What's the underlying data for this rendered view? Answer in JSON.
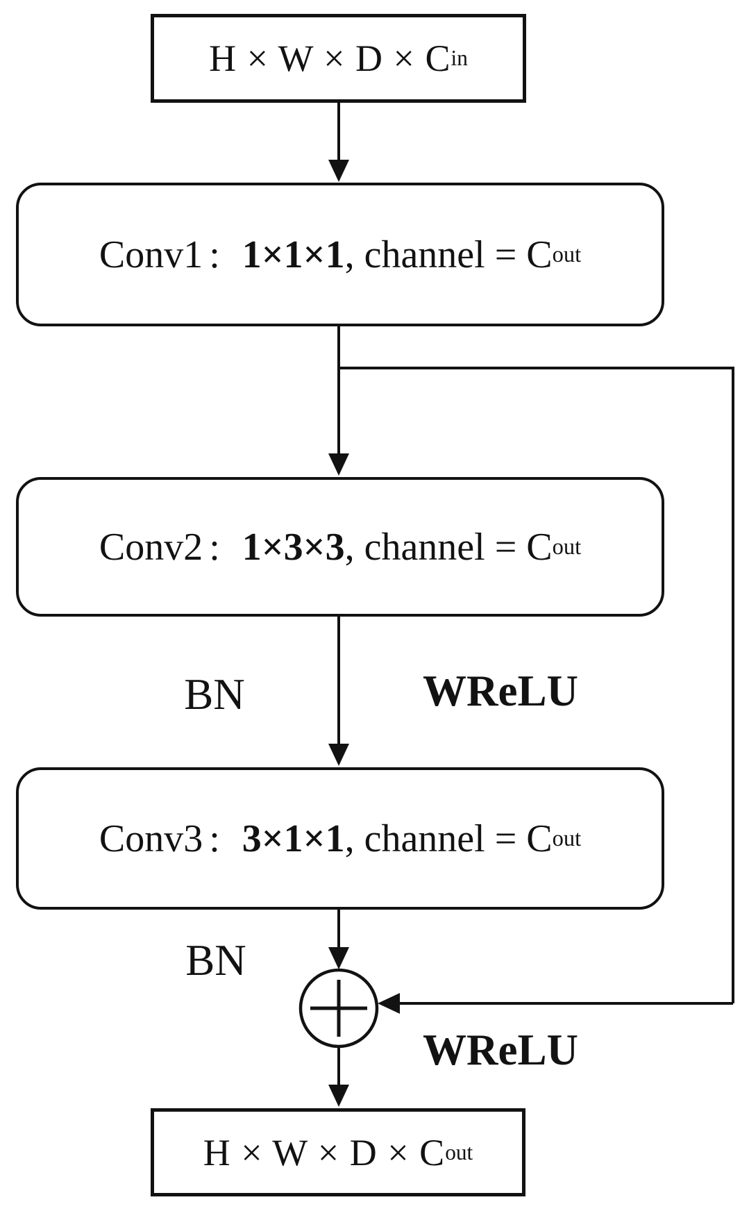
{
  "palette": {
    "ink": "#121212",
    "background": "#ffffff"
  },
  "input_box": {
    "dims": "H × W × D × C",
    "sub": "in"
  },
  "conv_blocks": [
    {
      "name": "Conv1",
      "colon": ":",
      "kernel": "1×1×1",
      "channel_text": ", channel = C",
      "channel_sub": "out"
    },
    {
      "name": "Conv2",
      "colon": ":",
      "kernel": "1×3×3",
      "channel_text": ", channel = C",
      "channel_sub": "out"
    },
    {
      "name": "Conv3",
      "colon": ":",
      "kernel": "3×1×1",
      "channel_text": ", channel = C",
      "channel_sub": "out"
    }
  ],
  "annotations": {
    "bn_mid": "BN",
    "wrelu_mid": "WReLU",
    "bn_bottom": "BN",
    "wrelu_bottom": "WReLU"
  },
  "output_box": {
    "dims": "H × W × D × C",
    "sub": "out"
  }
}
